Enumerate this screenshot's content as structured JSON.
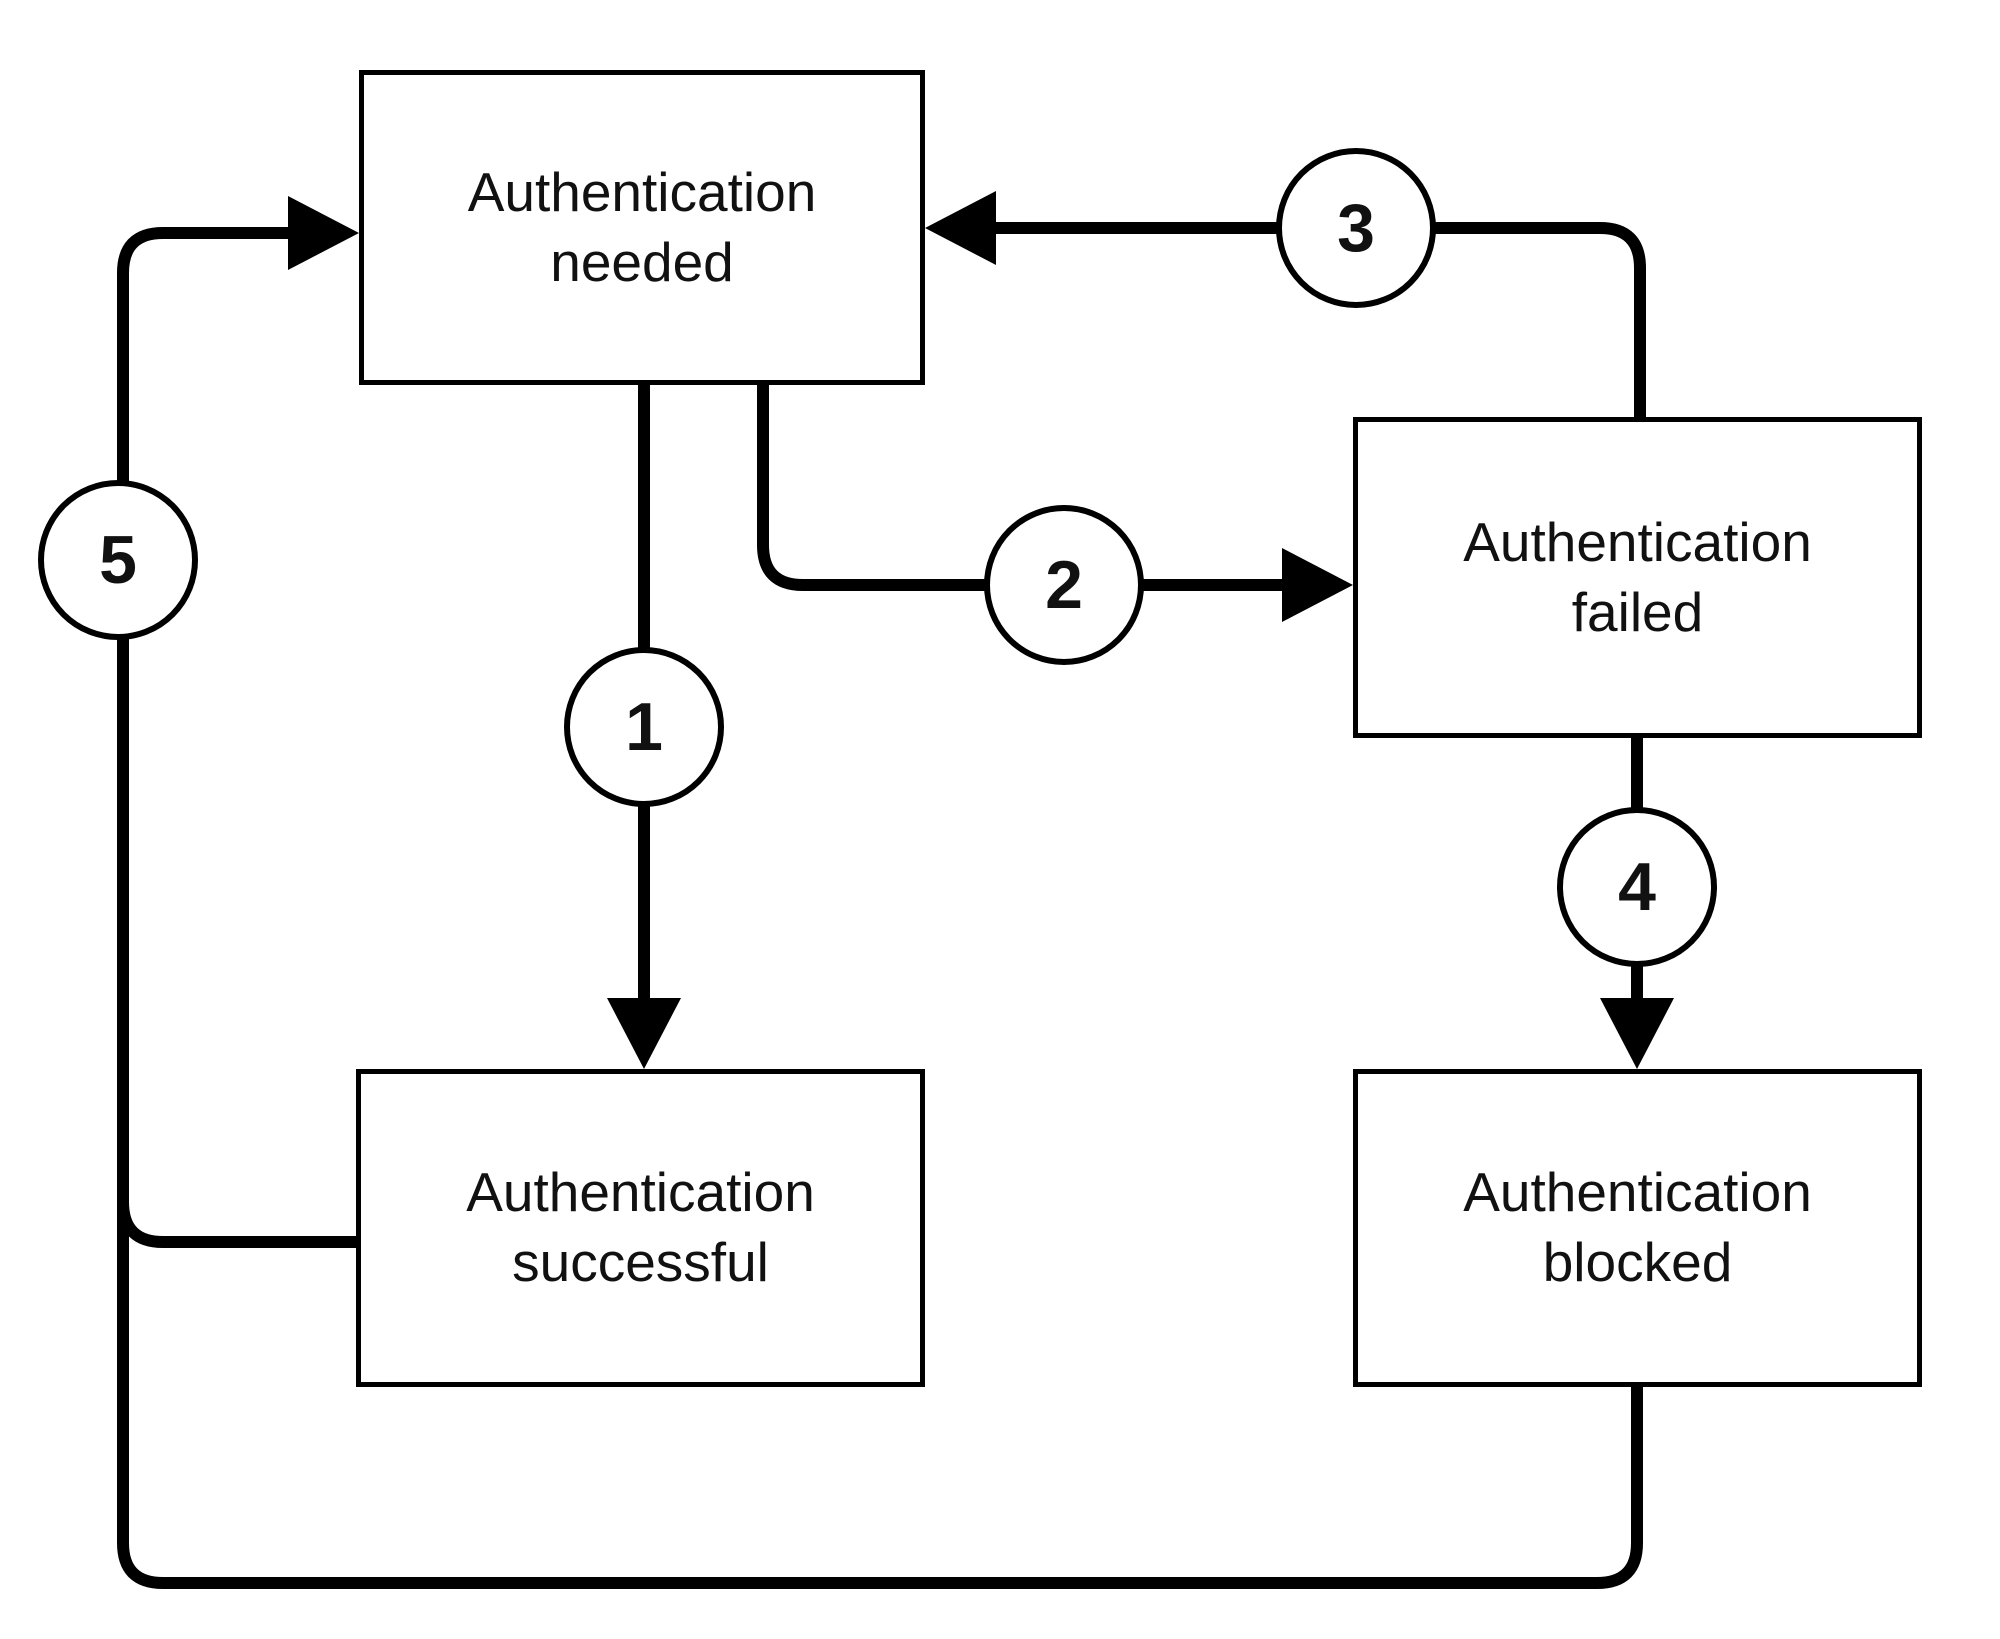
{
  "diagram": {
    "type": "state-transition-diagram",
    "colors": {
      "background": "#ffffff",
      "line": "#000000",
      "node_fill": "#ffffff",
      "text": "#111111"
    },
    "nodes": {
      "needed": {
        "line1": "Authentication",
        "line2": "needed"
      },
      "failed": {
        "line1": "Authentication",
        "line2": "failed"
      },
      "successful": {
        "line1": "Authentication",
        "line2": "successful"
      },
      "blocked": {
        "line1": "Authentication",
        "line2": "blocked"
      }
    },
    "steps": {
      "s1": "1",
      "s2": "2",
      "s3": "3",
      "s4": "4",
      "s5": "5"
    },
    "edges": [
      {
        "step": "1",
        "from": "Authentication needed",
        "to": "Authentication successful"
      },
      {
        "step": "2",
        "from": "Authentication needed",
        "to": "Authentication failed"
      },
      {
        "step": "3",
        "from": "Authentication failed",
        "to": "Authentication needed"
      },
      {
        "step": "4",
        "from": "Authentication failed",
        "to": "Authentication blocked"
      },
      {
        "step": "5",
        "from": "Authentication successful",
        "to": "Authentication needed"
      },
      {
        "step": "5",
        "from": "Authentication blocked",
        "to": "Authentication needed"
      }
    ]
  }
}
